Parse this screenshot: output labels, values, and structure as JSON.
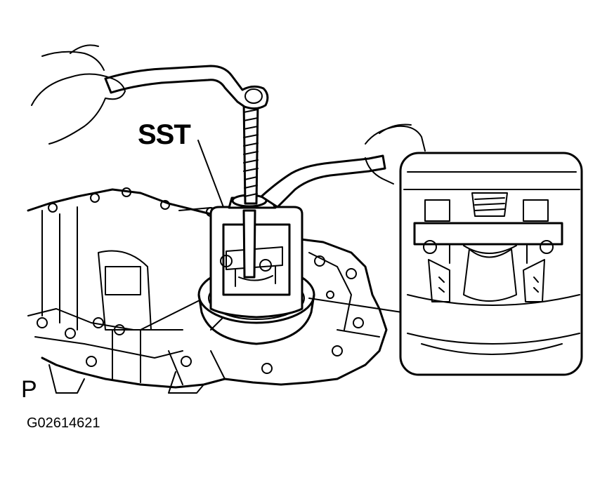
{
  "labels": {
    "tool_callout": "SST",
    "view_marker": "P",
    "figure_code": "G02614621"
  }
}
